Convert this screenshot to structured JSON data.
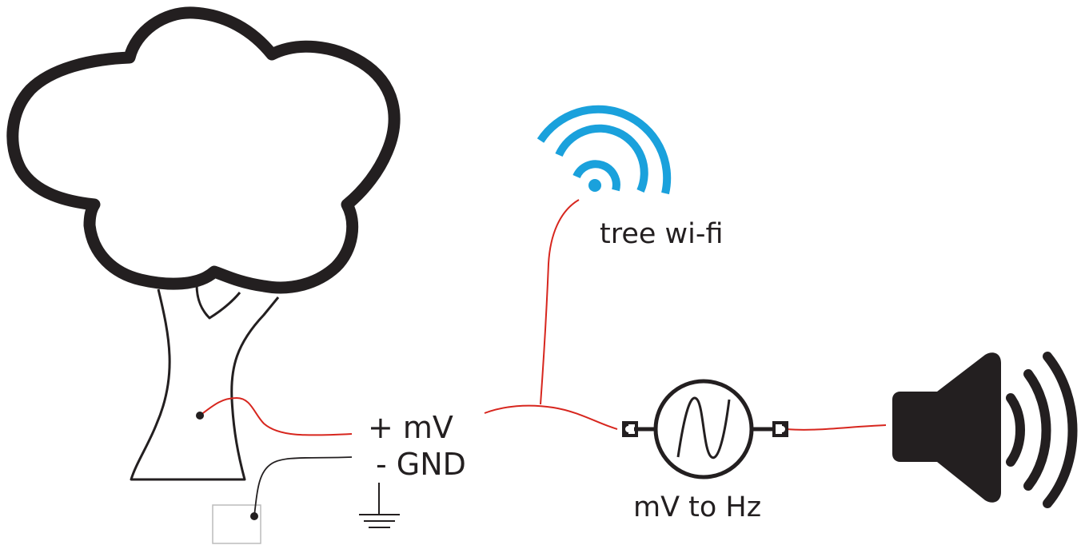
{
  "labels": {
    "wifi": "tree wi-fi",
    "positive": "+ mV",
    "ground": "- GND",
    "converter": "mV to Hz"
  },
  "colors": {
    "outline": "#231f20",
    "signal_wire": "#d7261e",
    "ground_wire": "#231f20",
    "wifi": "#1aa1dc",
    "probe_box": "#bcbcbc"
  },
  "icons": [
    "tree-icon",
    "wifi-icon",
    "ground-symbol-icon",
    "oscillator-icon",
    "speaker-icon"
  ]
}
